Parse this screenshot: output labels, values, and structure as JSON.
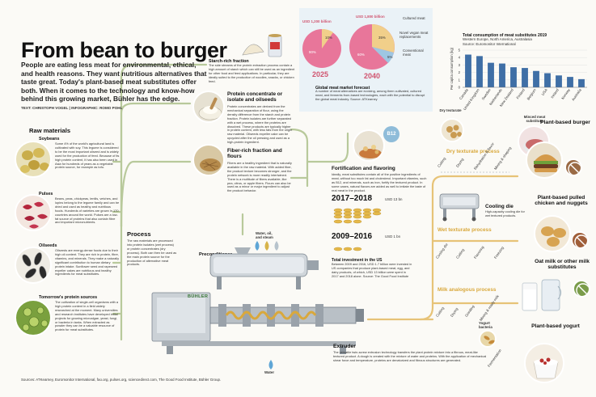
{
  "header": {
    "title": "From bean to burger",
    "intro": "People are eating less meat for environmental, ethical, and health reasons. They want nutritious alternatives that taste great. Today's plant-based meat substitutes offer both. When it comes to the technology and know-how behind this growing market, Bühler has the edge.",
    "credit": "TEXT: CHRISTOPH VOGEL  |  INFOGRAPHIC: ROMO POHL"
  },
  "raw_materials": {
    "heading": "Raw materials",
    "items": [
      {
        "title": "Soybeans",
        "text": "Some 4% of the world's agricultural land is cultivated with soy. This legume is considered to be the most important oilseed and is widely used for the production of feed. Because of its high protein content, it has also been used in Asia for hundreds of years as a vegetable protein source, for example as tofu."
      },
      {
        "title": "Pulses",
        "text": "Beans, peas, chickpeas, lentils, vetches, and lupins belong to the legume family and can be dried and used as healthy and nutritious foods. Hundreds of varieties are grown in 170 countries around the world. Pulses are a low-fat source of proteins that also contain fibre and important micronutrients."
      },
      {
        "title": "Oilseeds",
        "text": "Oilseeds are energy-dense foods due to their high oil content. They are rich in protein, fibre, vitamins, and minerals. They make a naturally significant contribution to human dietary protein intake. Sunflower seed and rapeseed expeller cakes are nutritious and healthy ingredients for meat substitutes."
      },
      {
        "title": "Tomorrow's protein sources",
        "text": "The cultivation of single-cell organisms with a high protein content in a field widely researched at the moment. Many universities and research institutes have developed initial projects for growing microalgae, yeast, fungi, or bacteria in tanks. When extracted as powder they can be a valuable resource of protein for meat substitutes."
      }
    ]
  },
  "process": {
    "heading": "Process",
    "text": "The raw materials are processed into protein isolates (wet process) or protein concentrates (dry process). Both can then be used as the main protein source for the production of alternative meat products."
  },
  "starch": {
    "heading": "Starch-rich fraction",
    "text": "The side streams of the protein extraction process contain a high amount of starch which can still be used as an ingredient for other food and feed applications. In particular, they are ideally suited to the production of noodles, snacks, or chicken feed."
  },
  "protein_conc": {
    "heading": "Protein concentrate or isolate and oilseeds",
    "text": "Protein concentrates are derived from the mechanical separation of flour, using the density difference from the starch and protein fraction. Protein isolates are further separated with a wet process, where the proteins are dissolved. These products are typically higher in protein content, with less fats from the origin raw material. Oilseeds expeller cake can be upcycled after the oil pressing and used as a high-protein ingredient."
  },
  "fiber": {
    "heading": "Fiber-rich fraction and flours",
    "text": "Fibers are a healthy ingredient that is naturally available in the raw material. With added fiber, the product texture becomes stronger, and the protein network is more readily intertwined. There is a multitude of fibers available, like pea, citrus, or apple fibers. Flours can also be used as a minor or major ingredient to adjust the product behavior."
  },
  "market": {
    "value_2025": "USD 1,200 billion",
    "value_2040": "USD 1,800 billion",
    "year_2025": "2025",
    "year_2040": "2040",
    "pct_a": "90%",
    "pct_b": "10%",
    "pct_c": "60%",
    "pct_d": "35%",
    "pct_e": "5%",
    "legend": [
      "Cultured meat",
      "Novel vegan meat replacements",
      "Conventional meat"
    ],
    "heading": "Global meat market forecast",
    "text": "A number of meat alternatives are evolving, among them cultivated, cultured meat, and ferments from-based technologies, each with the potential to disrupt the global meat industry. Source: ATKearney",
    "colors": {
      "conventional": "#e8769a",
      "novel": "#f1cf8a",
      "cultured": "#9ec6e2"
    }
  },
  "chart_data": {
    "type": "bar",
    "title": "Total consumption of meat substitutes 2019",
    "subtitle": "Western Europe, North America, Australasia",
    "source": "Source: Euromonitor International",
    "ylabel": "Per capita consumption (kg)",
    "ylim": [
      0,
      5
    ],
    "yticks": [
      "5",
      "4",
      "3",
      "2",
      "1",
      "0"
    ],
    "categories": [
      "Canada",
      "United Kingdom",
      "Sweden",
      "Netherlands",
      "New Zealand",
      "Finland",
      "Belgium",
      "USA",
      "Ireland",
      "Norway",
      "Australia"
    ],
    "values": [
      4.4,
      4.2,
      3.3,
      3.2,
      2.7,
      2.6,
      2.2,
      1.9,
      1.6,
      1.4,
      1.1
    ],
    "color": "#3f6fa6"
  },
  "fortification": {
    "heading": "Fortification and flavoring",
    "badge": "B12",
    "text": "Ideally, meat substitutes contain all of the positive ingredients of meat, without too much fat and cholesterol. Important vitamins, such as B12, and minerals, such as iron, fortify the textured product. In some cases, natural flavors are added as well to imitate the taste of real meat in the product."
  },
  "investment": {
    "y1": "2017–2018",
    "v1": "USD 13 bn",
    "y2": "2009–2016",
    "v2": "USD 1 bn",
    "heading": "Total investment in the US",
    "text": "Between 2009 and 2016, USD 1.7 billion were invested in US companies that produce plant-based meat, egg, and dairy products, of which, USD 13 billion were spent in 2017 and 2018 alone. Source: The Good Food Institute"
  },
  "preconditioner": {
    "label": "Preconditioner",
    "inputs": "Water, oil, and steam"
  },
  "extruder": {
    "label": "Extruder",
    "brand": "BÜHLER",
    "water": "Water",
    "text": "The versatile twin-screw extrusion technology transfers the plant protein mixture into a fibrous, meat-like textured product. A dough is created with the mixture of water and proteins. With the application of mechanical shear force and temperature, proteins are denaturized and fibrous structures are generated."
  },
  "dry_process": {
    "label": "Dry texturate process",
    "icon_label": "Dry texturate",
    "steps": [
      "Cutting",
      "Drying",
      "Rehydration & flavor",
      "Mixing & shaping"
    ]
  },
  "cooling_die": {
    "label": "Cooling die",
    "text": "High-capacity cooling die for wet textured products."
  },
  "wet_process": {
    "label": "Wet texturate process",
    "steps": [
      "Cooling die",
      "Cutting",
      "Flavoring",
      "Freezing"
    ]
  },
  "milk_process": {
    "label": "Milk analogous process",
    "steps": [
      "Cutting",
      "Drying",
      "Grinding",
      "Mixing & ready milk",
      "Fermentation"
    ],
    "bacteria": "Yogurt bacteria"
  },
  "products": {
    "minced": "Minced meat substitute",
    "burger": "Plant-based burger",
    "chicken": "Plant-based pulled chicken and nuggets",
    "milk": "Oat milk or other milk substitutes",
    "yogurt": "Plant-based yogurt"
  },
  "sources": "Sources: ATKearney, Euromonitor International, fao.org, pulses.org, sciencedirect.com, The Good Food Institute, Bühler Group."
}
